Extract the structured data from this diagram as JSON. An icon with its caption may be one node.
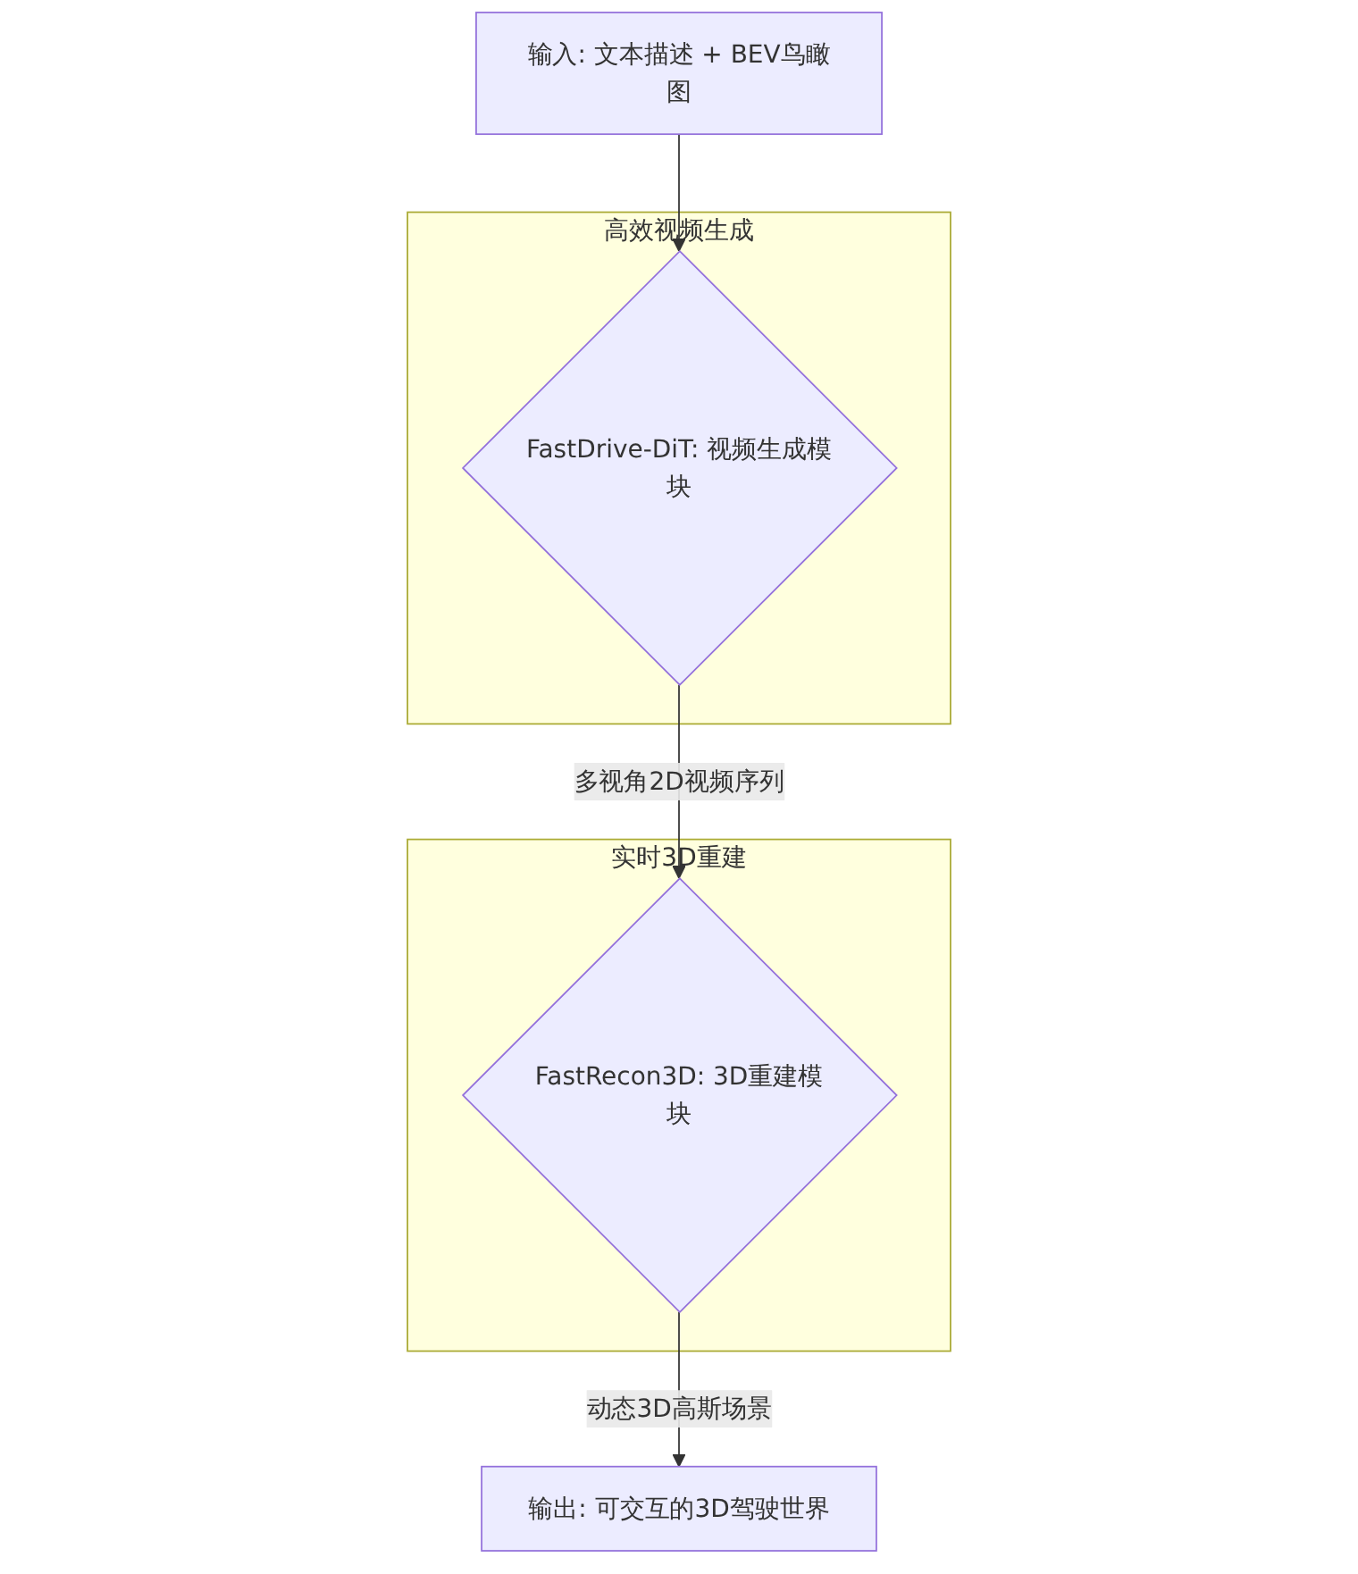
{
  "diagram": {
    "nodes": [
      {
        "text": [
          "输入: 文本描述 + BEV鸟瞰图"
        ]
      },
      {
        "text": [
          "高效视频生成"
        ]
      },
      {
        "text": [
          "FastDrive-DiT: 视频生成模块"
        ],
        "in": 1
      },
      {
        "text": [
          "实时3D重建"
        ]
      },
      {
        "text": [
          "FastRecon3D: 3D重建模块"
        ],
        "in": 3
      },
      {
        "text": [
          "输出: 可交互的3D驾驶世界"
        ]
      }
    ],
    "edges": [
      {
        "from": 0,
        "to": 2,
        "arrow": "to"
      },
      {
        "from": 2,
        "to": 4,
        "arrow": "to",
        "label": "多视角2D视频序列"
      },
      {
        "from": 4,
        "to": 5,
        "arrow": "to",
        "label": "动态3D高斯场景"
      }
    ]
  }
}
